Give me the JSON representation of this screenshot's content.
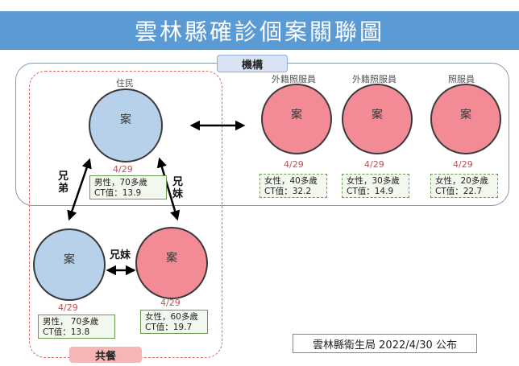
{
  "title": "雲林縣確診個案關聯圖",
  "groups": {
    "institution_label": "機構",
    "meal_label": "共餐"
  },
  "cases": [
    {
      "id": "resident",
      "label": "案",
      "role": "住民",
      "date": "4/29",
      "info": [
        "男性，70多歲",
        "CT值：13.9"
      ],
      "color": "blue"
    },
    {
      "id": "foreign1",
      "label": "案",
      "role": "外籍照服員",
      "date": "4/29",
      "info": [
        "女性，40多歲",
        "CT值：32.2"
      ],
      "color": "red"
    },
    {
      "id": "foreign2",
      "label": "案",
      "role": "外籍照服員",
      "date": "4/29",
      "info": [
        "女性，30多歲",
        "CT值：14.9"
      ],
      "color": "red"
    },
    {
      "id": "caregiver",
      "label": "案",
      "role": "照服員",
      "date": "4/29",
      "info": [
        "女性，20多歲",
        "CT值：22.7"
      ],
      "color": "red"
    },
    {
      "id": "brother",
      "label": "案",
      "role": "",
      "date": "4/29",
      "info": [
        "男性， 70多歲",
        "CT值：13.8"
      ],
      "color": "blue"
    },
    {
      "id": "sister",
      "label": "案",
      "role": "",
      "date": "4/29",
      "info": [
        "女性，60多歲",
        "CT值：19.7"
      ],
      "color": "red"
    }
  ],
  "relations": {
    "brothers": [
      "兄",
      "弟"
    ],
    "siblings_vertical": [
      "兄",
      "妹"
    ],
    "siblings_horizontal": "兄妹"
  },
  "source": "雲林縣衛生局  2022/4/30 公布"
}
